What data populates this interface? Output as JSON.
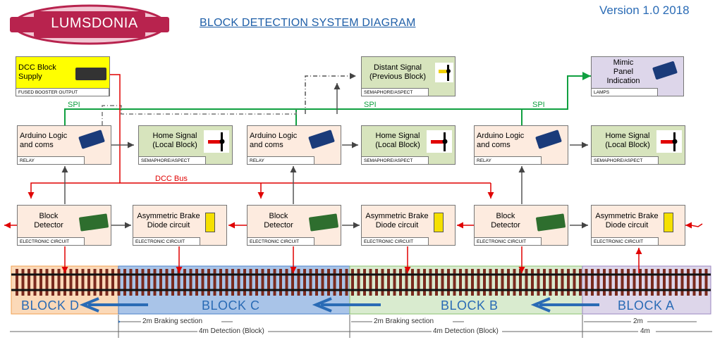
{
  "header": {
    "logo_text": "LUMSDONIA",
    "title": "BLOCK DETECTION SYSTEM DIAGRAM",
    "version": "Version 1.0 2018"
  },
  "colors": {
    "yellow": "#ffff00",
    "peach": "#fdebdf",
    "green_box": "#d7e4bd",
    "lavender": "#ddd6ea",
    "red_line": "#e00000",
    "green_line": "#10a040",
    "blue_text": "#2a6bb5",
    "logo_red": "#b8234e"
  },
  "boxes": {
    "dcc": {
      "line1": "DCC Block",
      "line2": "Supply",
      "foot": "FUSED BOOSTER OUTPUT"
    },
    "distant": {
      "line1": "Distant Signal",
      "line2": "(Previous Block)",
      "foot": "SEMAPHORE/ASPECT"
    },
    "mimic": {
      "line1": "Mimic",
      "line2": "Panel",
      "line3": "Indication",
      "foot": "LAMPS"
    },
    "arduino": {
      "line1": "Arduino Logic",
      "line2": "and coms",
      "foot": "RELAY"
    },
    "home": {
      "line1": "Home Signal",
      "line2": "(Local Block)",
      "foot": "SEMAPHORE/ASPECT"
    },
    "detector": {
      "line1": "Block",
      "line2": "Detector",
      "foot": "ELECTRONIC CIRCUIT"
    },
    "brake": {
      "line1": "Asymmetric Brake",
      "line2": "Diode circuit",
      "foot": "ELECTRONIC CIRCUIT"
    }
  },
  "labels": {
    "spi": "SPI",
    "dcc_bus": "DCC Bus"
  },
  "blocks": {
    "d": "BLOCK D",
    "c": "BLOCK C",
    "b": "BLOCK B",
    "a": "BLOCK A"
  },
  "dimensions": {
    "braking": "2m Braking section",
    "detection": "4m Detection (Block)",
    "two_m": "2m",
    "four_m": "4m"
  }
}
